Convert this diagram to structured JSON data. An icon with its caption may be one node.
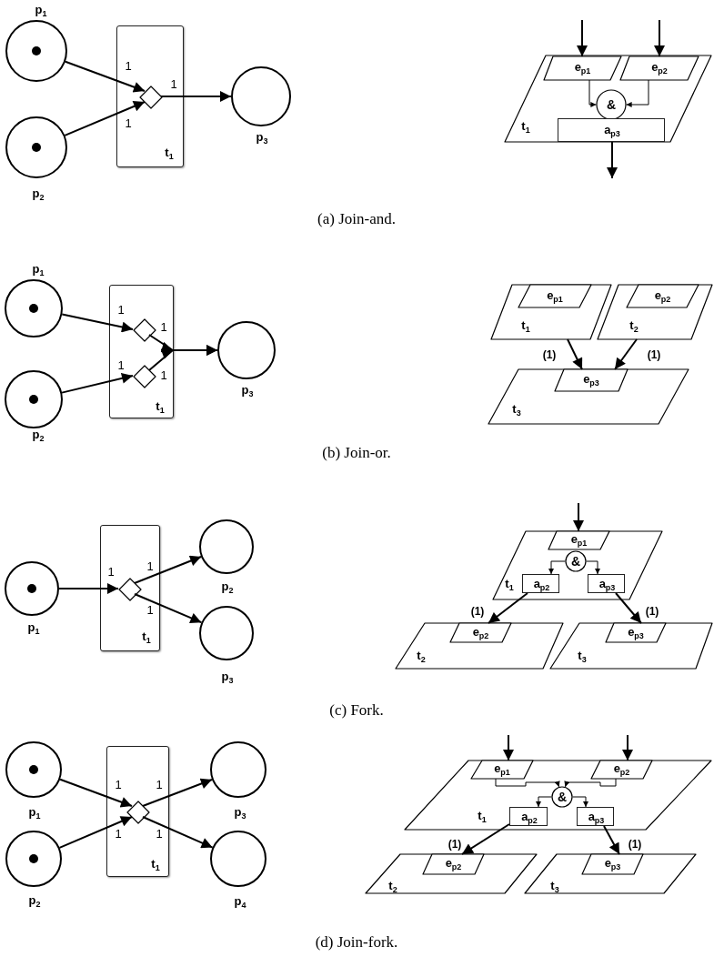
{
  "diagram": {
    "nodes": [
      {
        "text": [
          "p$_{1}$"
        ]
      },
      {
        "text": [
          "p$_{2}$"
        ]
      },
      {
        "text": [
          "t$_{1}$"
        ]
      },
      {
        "text": [],
        "shape": "diamond",
        "in": 2
      },
      {
        "text": [
          "p$_{3}$"
        ]
      },
      {
        "text": [
          "t$_{1}$"
        ]
      },
      {
        "text": [
          "e$_{p1}$"
        ],
        "in": 5
      },
      {
        "text": [
          "e$_{p2}$"
        ],
        "in": 5
      },
      {
        "text": [
          "&"
        ],
        "in": 5
      },
      {
        "text": [
          "a$_{p3}$"
        ],
        "in": 5
      },
      {
        "text": [
          "p$_{1}$"
        ]
      },
      {
        "text": [
          "p$_{2}$"
        ]
      },
      {
        "text": [
          "t$_{1}$"
        ]
      },
      {
        "text": [],
        "shape": "diamond",
        "in": 12
      },
      {
        "text": [],
        "shape": "diamond",
        "in": 12
      },
      {
        "text": [
          "p$_{3}$"
        ]
      },
      {
        "text": [
          "t$_{1}$"
        ]
      },
      {
        "text": [
          "e$_{p1}$"
        ],
        "in": 16
      },
      {
        "text": [
          "t$_{2}$"
        ]
      },
      {
        "text": [
          "e$_{p2}$"
        ],
        "in": 18
      },
      {
        "text": [
          "t$_{3}$"
        ]
      },
      {
        "text": [
          "e$_{p3}$"
        ],
        "in": 20
      },
      {
        "text": [
          "p$_{1}$"
        ]
      },
      {
        "text": [
          "t$_{1}$"
        ]
      },
      {
        "text": [],
        "shape": "diamond",
        "in": 23
      },
      {
        "text": [
          "p$_{2}$"
        ]
      },
      {
        "text": [
          "p$_{3}$"
        ]
      },
      {
        "text": [
          "t$_{1}$"
        ]
      },
      {
        "text": [
          "e$_{p1}$"
        ],
        "in": 27
      },
      {
        "text": [
          "&"
        ],
        "in": 27
      },
      {
        "text": [
          "a$_{p2}$"
        ],
        "in": 27
      },
      {
        "text": [
          "a$_{p3}$"
        ],
        "in": 27
      },
      {
        "text": [
          "t$_{2}$"
        ]
      },
      {
        "text": [
          "e$_{p2}$"
        ],
        "in": 32
      },
      {
        "text": [
          "t$_{3}$"
        ]
      },
      {
        "text": [
          "e$_{p3}$"
        ],
        "in": 34
      },
      {
        "text": [
          "p$_{1}$"
        ]
      },
      {
        "text": [
          "p$_{2}$"
        ]
      },
      {
        "text": [
          "t$_{1}$"
        ]
      },
      {
        "text": [],
        "shape": "diamond",
        "in": 38
      },
      {
        "text": [
          "p$_{3}$"
        ]
      },
      {
        "text": [
          "p$_{4}$"
        ]
      },
      {
        "text": [
          "t$_{1}$"
        ]
      },
      {
        "text": [
          "e$_{p1}$"
        ],
        "in": 42
      },
      {
        "text": [
          "e$_{p2}$"
        ],
        "in": 42
      },
      {
        "text": [
          "&"
        ],
        "in": 42
      },
      {
        "text": [
          "a$_{p2}$"
        ],
        "in": 42
      },
      {
        "text": [
          "a$_{p3}$"
        ],
        "in": 42
      },
      {
        "text": [
          "t$_{2}$"
        ]
      },
      {
        "text": [
          "e$_{p2}$"
        ],
        "in": 48
      },
      {
        "text": [
          "t$_{3}$"
        ]
      },
      {
        "text": [
          "e$_{p3}$"
        ],
        "in": 50
      }
    ],
    "edges": [
      {
        "from": 0,
        "to": 3,
        "arrow": "to"
      },
      {
        "from": 1,
        "to": 3,
        "arrow": "to"
      },
      {
        "from": 3,
        "to": 4,
        "arrow": "to"
      },
      {
        "from": null,
        "to": 6,
        "arrow": "to"
      },
      {
        "from": null,
        "to": 7,
        "arrow": "to"
      },
      {
        "from": 6,
        "to": 8,
        "arrow": "to"
      },
      {
        "from": 7,
        "to": 8,
        "arrow": "to"
      },
      {
        "from": 9,
        "to": null,
        "arrow": "to"
      },
      {
        "from": 10,
        "to": 13,
        "arrow": "to"
      },
      {
        "from": 11,
        "to": 14,
        "arrow": "to"
      },
      {
        "from": 13,
        "to": 15,
        "arrow": "to"
      },
      {
        "from": 14,
        "to": 15,
        "arrow": "to"
      },
      {
        "from": 16,
        "to": 21,
        "arrow": "to",
        "label": "(1)"
      },
      {
        "from": 18,
        "to": 21,
        "arrow": "to",
        "label": "(1)"
      },
      {
        "from": 22,
        "to": 24,
        "arrow": "to"
      },
      {
        "from": 24,
        "to": 25,
        "arrow": "to"
      },
      {
        "from": 24,
        "to": 26,
        "arrow": "to"
      },
      {
        "from": null,
        "to": 28,
        "arrow": "to"
      },
      {
        "from": 29,
        "to": 30,
        "arrow": "to"
      },
      {
        "from": 29,
        "to": 31,
        "arrow": "to"
      },
      {
        "from": 30,
        "to": 33,
        "arrow": "to",
        "label": "(1)"
      },
      {
        "from": 31,
        "to": 35,
        "arrow": "to",
        "label": "(1)"
      },
      {
        "from": 36,
        "to": 39,
        "arrow": "to"
      },
      {
        "from": 37,
        "to": 39,
        "arrow": "to"
      },
      {
        "from": 39,
        "to": 40,
        "arrow": "to"
      },
      {
        "from": 39,
        "to": 41,
        "arrow": "to"
      },
      {
        "from": null,
        "to": 43,
        "arrow": "to"
      },
      {
        "from": null,
        "to": 44,
        "arrow": "to"
      },
      {
        "from": 43,
        "to": 45,
        "arrow": "to"
      },
      {
        "from": 44,
        "to": 45,
        "arrow": "to"
      },
      {
        "from": 45,
        "to": 46,
        "arrow": "to"
      },
      {
        "from": 45,
        "to": 47,
        "arrow": "to"
      },
      {
        "from": 46,
        "to": 49,
        "arrow": "to",
        "label": "(1)"
      },
      {
        "from": 47,
        "to": 51,
        "arrow": "to",
        "label": "(1)"
      }
    ],
    "labels": [
      "1",
      "1",
      "1",
      "(a) Join-and.",
      "1",
      "1",
      "1",
      "1",
      "(b) Join-or.",
      "1",
      "1",
      "1",
      "(c) Fork.",
      "1",
      "1",
      "1",
      "1",
      "(d) Join-fork."
    ]
  }
}
